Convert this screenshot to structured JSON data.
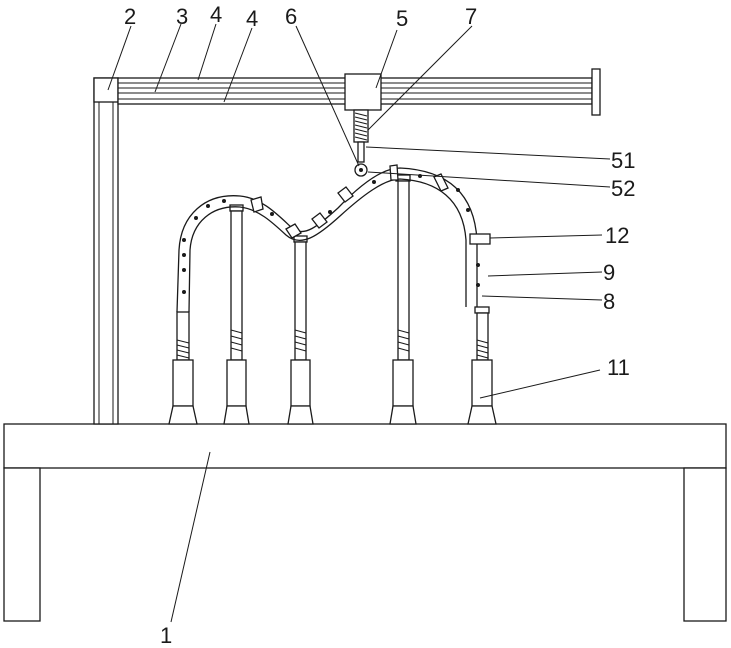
{
  "labels": {
    "l1": "1",
    "l2": "2",
    "l3": "3",
    "l4a": "4",
    "l4b": "4",
    "l5": "5",
    "l6": "6",
    "l7": "7",
    "l51": "51",
    "l52": "52",
    "l12": "12",
    "l9": "9",
    "l8": "8",
    "l11": "11"
  }
}
